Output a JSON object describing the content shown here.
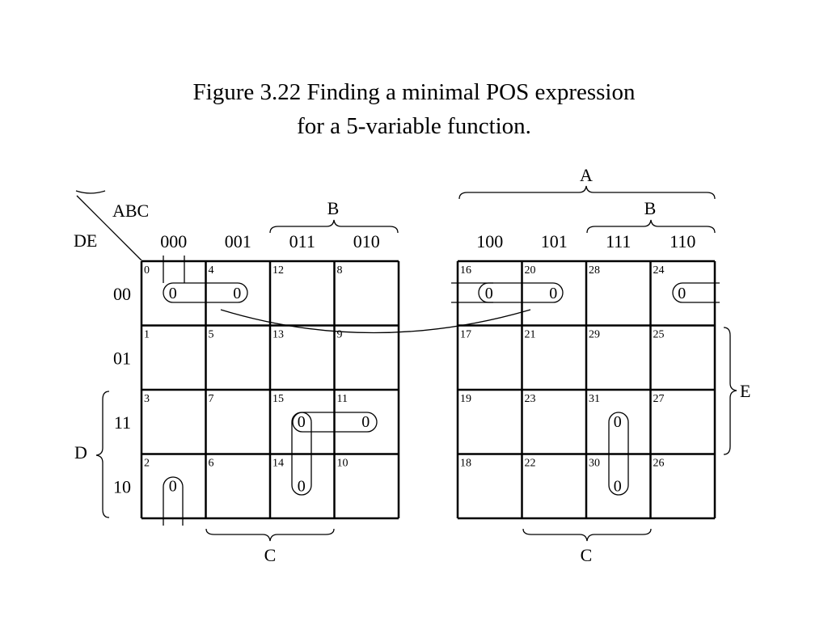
{
  "figure": {
    "title_line1": "Figure 3.22  Finding a minimal POS expression",
    "title_line2": "for a 5-variable function."
  },
  "kmap": {
    "corner_top": "ABC",
    "corner_left": "DE",
    "left_columns": [
      "000",
      "001",
      "011",
      "010"
    ],
    "right_columns": [
      "100",
      "101",
      "111",
      "110"
    ],
    "rows": [
      "00",
      "01",
      "11",
      "10"
    ],
    "left_cells": [
      [
        "0",
        "4",
        "12",
        "8"
      ],
      [
        "1",
        "5",
        "13",
        "9"
      ],
      [
        "3",
        "7",
        "15",
        "11"
      ],
      [
        "2",
        "6",
        "14",
        "10"
      ]
    ],
    "right_cells": [
      [
        "16",
        "20",
        "28",
        "24"
      ],
      [
        "17",
        "21",
        "29",
        "25"
      ],
      [
        "19",
        "23",
        "31",
        "27"
      ],
      [
        "18",
        "22",
        "30",
        "26"
      ]
    ],
    "zero_value": "0",
    "zeros_left": [
      [
        0,
        0
      ],
      [
        0,
        1
      ],
      [
        2,
        2
      ],
      [
        2,
        3
      ],
      [
        3,
        0
      ],
      [
        3,
        2
      ]
    ],
    "zeros_right": [
      [
        0,
        0
      ],
      [
        0,
        1
      ],
      [
        0,
        3
      ],
      [
        2,
        2
      ],
      [
        3,
        2
      ]
    ],
    "brace_labels": {
      "A": "A",
      "B_left": "B",
      "B_right": "B",
      "C_left": "C",
      "C_right": "C",
      "D": "D",
      "E": "E"
    }
  }
}
